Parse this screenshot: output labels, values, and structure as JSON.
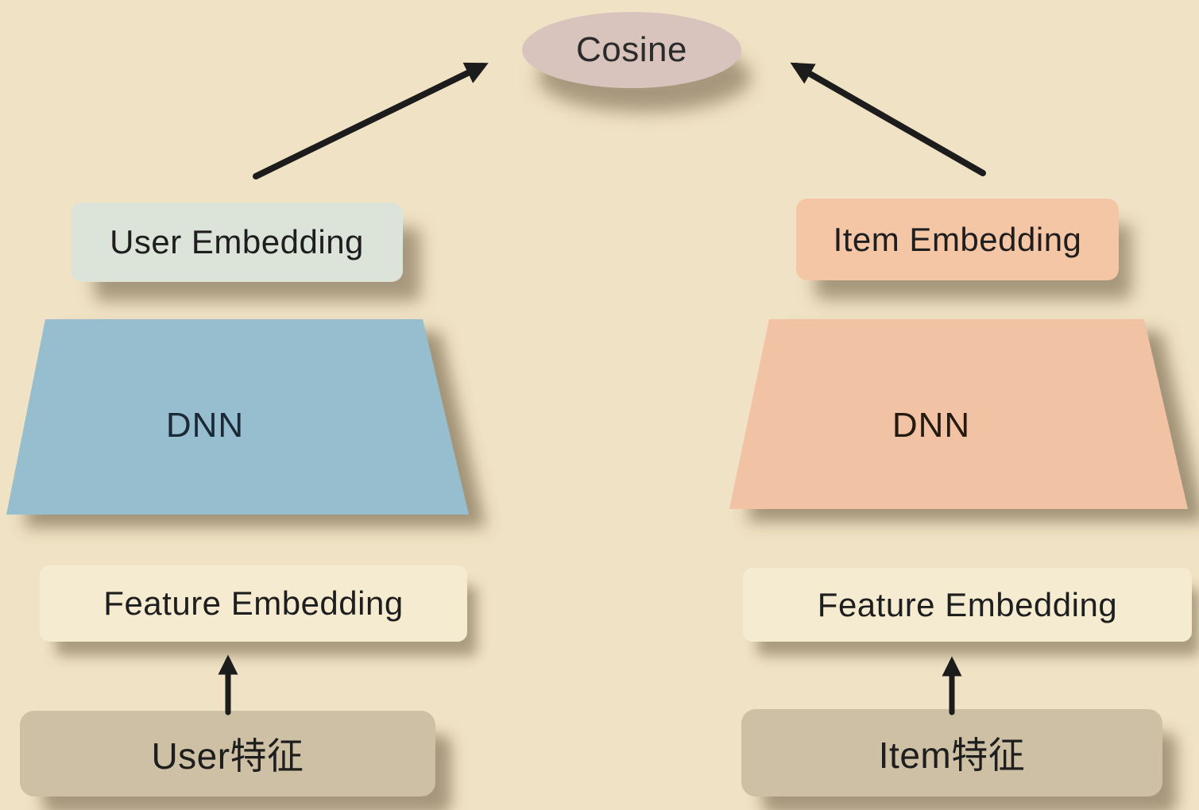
{
  "diagram": {
    "background": "#f0e2c4",
    "arrow_color": "#1c1c1c",
    "shadow_color": "rgba(95,80,55,0.55)",
    "similarity_node": {
      "label": "Cosine",
      "fill": "#d9c3bd",
      "text_color": "#2b2b2b"
    },
    "user_tower": {
      "embedding": {
        "label": "User Embedding",
        "fill": "#dce3d9"
      },
      "dnn": {
        "label": "DNN",
        "fill": "#97bece",
        "text_color": "#1c2a38"
      },
      "feature_embedding": {
        "label": "Feature Embedding",
        "fill": "#f5ebd1"
      },
      "features": {
        "label": "User特征",
        "fill": "#cdc0a5"
      }
    },
    "item_tower": {
      "embedding": {
        "label": "Item Embedding",
        "fill": "#f4c6a6"
      },
      "dnn": {
        "label": "DNN",
        "fill": "#f1c2a3",
        "text_color": "#241a10"
      },
      "feature_embedding": {
        "label": "Feature Embedding",
        "fill": "#f5ebd1"
      },
      "features": {
        "label": "Item特征",
        "fill": "#cdc0a5"
      }
    }
  }
}
